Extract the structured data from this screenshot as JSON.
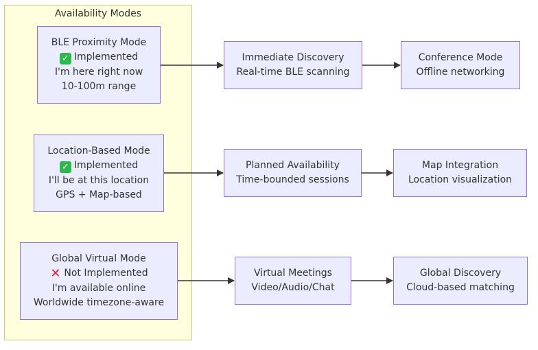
{
  "group": {
    "title": "Availability Modes"
  },
  "colors": {
    "node_fill": "#ececff",
    "node_border": "#9370db",
    "group_fill": "#ffffde",
    "edge": "#333333"
  },
  "nodes": {
    "ble": {
      "title": "BLE Proximity Mode",
      "status": "Implemented",
      "status_icon": "check-icon",
      "line3": "I'm here right now",
      "line4": "10-100m range"
    },
    "location": {
      "title": "Location-Based Mode",
      "status": "Implemented",
      "status_icon": "check-icon",
      "line3": "I'll be at this location",
      "line4": "GPS + Map-based"
    },
    "global": {
      "title": "Global Virtual Mode",
      "status": "Not Implemented",
      "status_icon": "cross-icon",
      "line3": "I'm available online",
      "line4": "Worldwide timezone-aware"
    },
    "immediate": {
      "line1": "Immediate Discovery",
      "line2": "Real-time BLE scanning"
    },
    "conference": {
      "line1": "Conference Mode",
      "line2": "Offline networking"
    },
    "planned": {
      "line1": "Planned Availability",
      "line2": "Time-bounded sessions"
    },
    "map": {
      "line1": "Map Integration",
      "line2": "Location visualization"
    },
    "virtual": {
      "line1": "Virtual Meetings",
      "line2": "Video/Audio/Chat"
    },
    "discovery": {
      "line1": "Global Discovery",
      "line2": "Cloud-based matching"
    }
  }
}
